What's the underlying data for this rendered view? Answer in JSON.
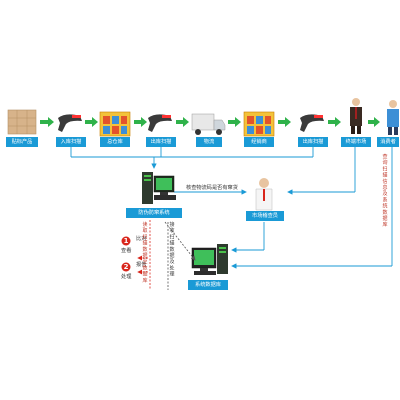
{
  "colors": {
    "label_bg": "#1a9ad6",
    "flow_arrow": "#2fb24a",
    "line_blue": "#1a9ad6",
    "red": "#d9261c",
    "dashed": "#555555"
  },
  "flow": {
    "stations": [
      {
        "label": "贴标产品",
        "icon": "boxes-icon"
      },
      {
        "label": "入库扫描",
        "icon": "scanner-icon"
      },
      {
        "label": "总仓库",
        "icon": "warehouse-icon"
      },
      {
        "label": "出库扫描",
        "icon": "scanner-icon"
      },
      {
        "label": "物流",
        "icon": "truck-icon"
      },
      {
        "label": "经销商",
        "icon": "warehouse-icon"
      },
      {
        "label": "出库扫描",
        "icon": "scanner-icon"
      },
      {
        "label": "终端市场",
        "icon": "shopper-icon"
      },
      {
        "label": "消费者",
        "icon": "consumer-icon"
      }
    ]
  },
  "system": {
    "anti_fake": "防伪防窜系统",
    "market_supervisor": "市场稽查员",
    "data_center": "系统数据库",
    "query_text": "核查物流码是否有窜货",
    "upload_text": "读取扫描数据至数据库",
    "reply_text": "接收扫描数据及处理",
    "consumer_text": "查询扫描信息及系统数据库"
  },
  "steps": [
    {
      "num": "1",
      "title": "比对",
      "sub": "查看"
    },
    {
      "num": "2",
      "title": "报告",
      "sub": "处理"
    }
  ]
}
